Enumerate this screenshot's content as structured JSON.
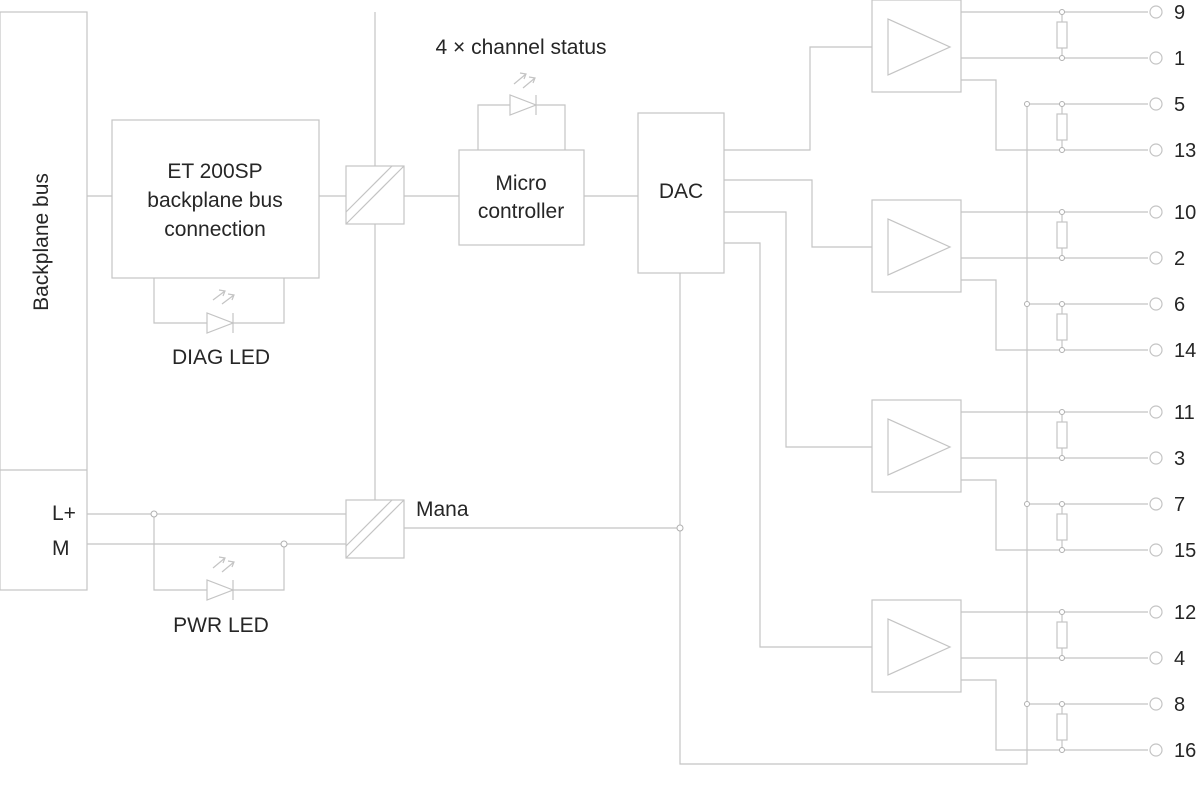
{
  "labels": {
    "backplane_bus": "Backplane bus",
    "et200sp_line1": "ET 200SP",
    "et200sp_line2": "backplane bus",
    "et200sp_line3": "connection",
    "diag_led": "DIAG LED",
    "channel_status": "4 × channel status",
    "micro_line1": "Micro",
    "micro_line2": "controller",
    "dac": "DAC",
    "l_plus": "L+",
    "m": "M",
    "pwr_led": "PWR LED",
    "mana": "Mana"
  },
  "channels": [
    {
      "out_top": "9",
      "out_bot": "1",
      "ret_top": "5",
      "ret_bot": "13"
    },
    {
      "out_top": "10",
      "out_bot": "2",
      "ret_top": "6",
      "ret_bot": "14"
    },
    {
      "out_top": "11",
      "out_bot": "3",
      "ret_top": "7",
      "ret_bot": "15"
    },
    {
      "out_top": "12",
      "out_bot": "4",
      "ret_top": "8",
      "ret_bot": "16"
    }
  ],
  "colors": {
    "line": "#c4c4c4",
    "text": "#262626",
    "background": "#ffffff"
  }
}
